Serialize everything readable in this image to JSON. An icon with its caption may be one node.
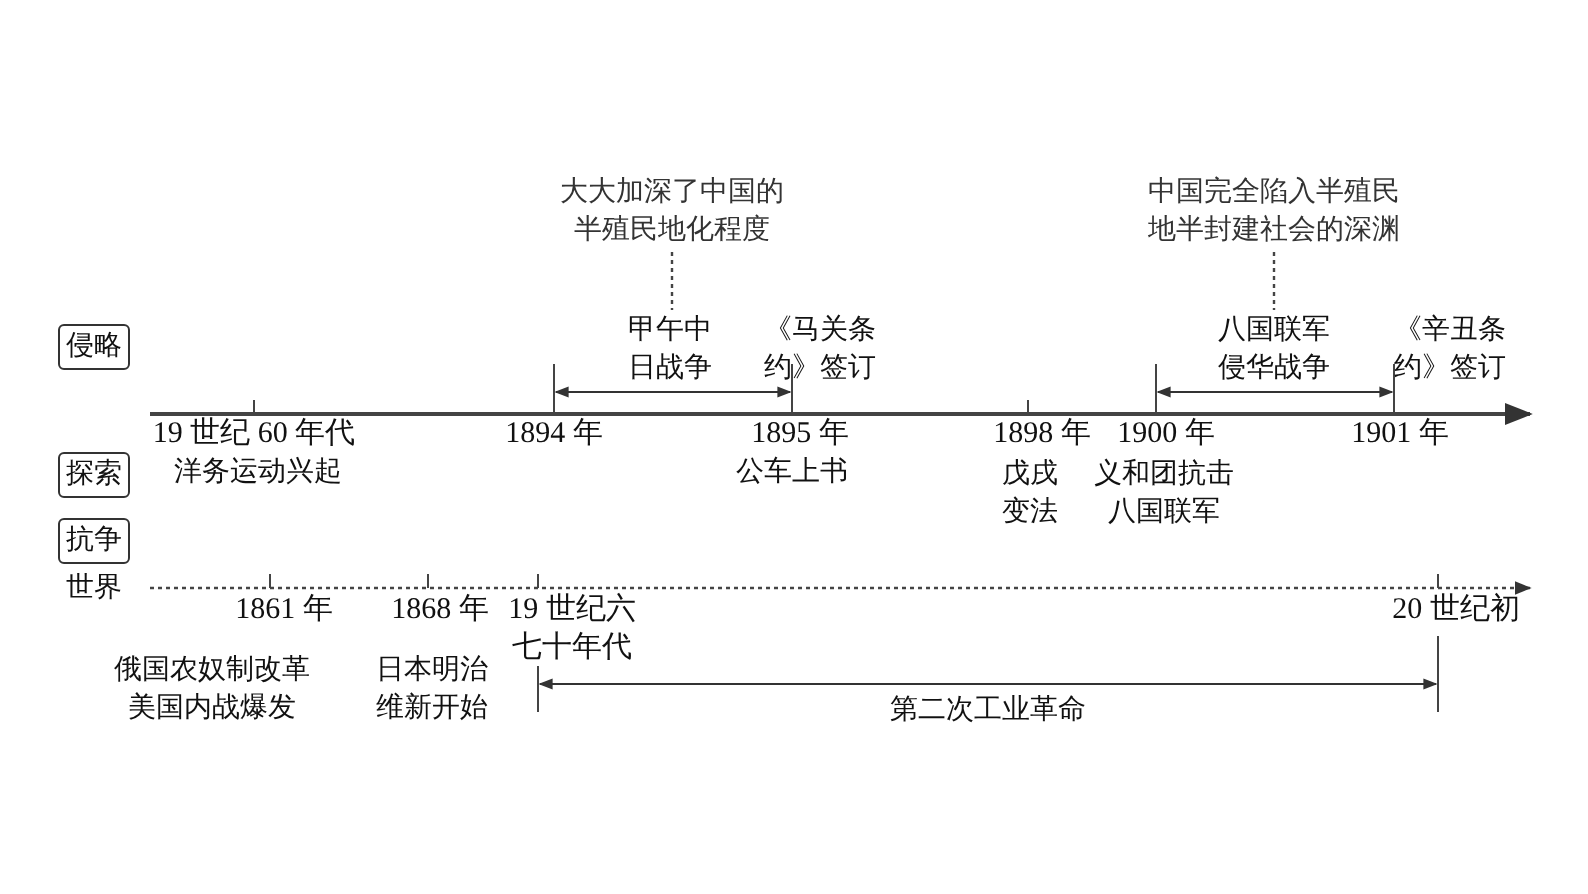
{
  "diagram": {
    "nodes": [
      {
        "text": [
          "侵略"
        ]
      },
      {
        "text": [
          "探索"
        ]
      },
      {
        "text": [
          "抗争"
        ]
      },
      {
        "text": [
          "大大加深了中国的半殖民地化程度"
        ]
      },
      {
        "text": [
          "甲午中日战争"
        ]
      },
      {
        "text": [
          "中国完全陷入半殖民地半封建社会的深渊"
        ]
      },
      {
        "text": [
          "八国联军侵华战争"
        ]
      }
    ],
    "edges": [
      {
        "from": 3,
        "to": 4,
        "arrow": "none",
        "style": "dashed"
      },
      {
        "from": 5,
        "to": 6,
        "arrow": "none",
        "style": "dashed"
      }
    ],
    "labels": [
      "《马关条约》签订",
      "《辛丑条约》签订",
      "19 世纪 60 年代",
      "1894 年",
      "1895 年",
      "1898 年",
      "1900 年",
      "1901 年",
      "洋务运动兴起",
      "公车上书",
      "戊戌变法",
      "义和团抗击八国联军",
      "世界",
      "1861 年",
      "1868 年",
      "19 世纪六七十年代",
      "20 世纪初",
      "俄国农奴制改革",
      "日本明治维新开始",
      "美国内战爆发",
      "第二次工业革命"
    ]
  }
}
